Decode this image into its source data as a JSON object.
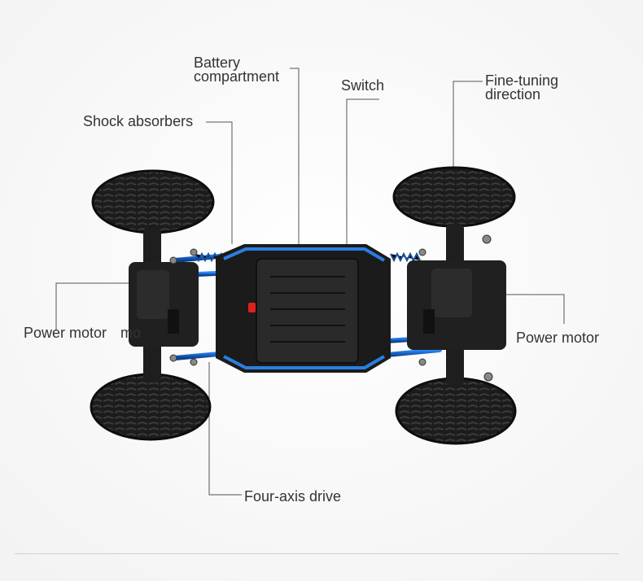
{
  "labels": {
    "battery_line1": "Battery",
    "battery_line2": "compartment",
    "switch": "Switch",
    "fine_tuning_line1": "Fine-tuning",
    "fine_tuning_line2": "direction",
    "shock_absorbers": "Shock absorbers",
    "power_motor_left": "Power motor",
    "power_motor_left_fragment": "mo",
    "power_motor_right": "Power motor",
    "four_axis_drive": "Four-axis drive"
  },
  "colors": {
    "background": "#ffffff",
    "leader_line": "#555555",
    "tire": "#1a1a1a",
    "chassis": "#222222",
    "accent_blue": "#1f6fd6",
    "switch_red": "#e02020"
  }
}
